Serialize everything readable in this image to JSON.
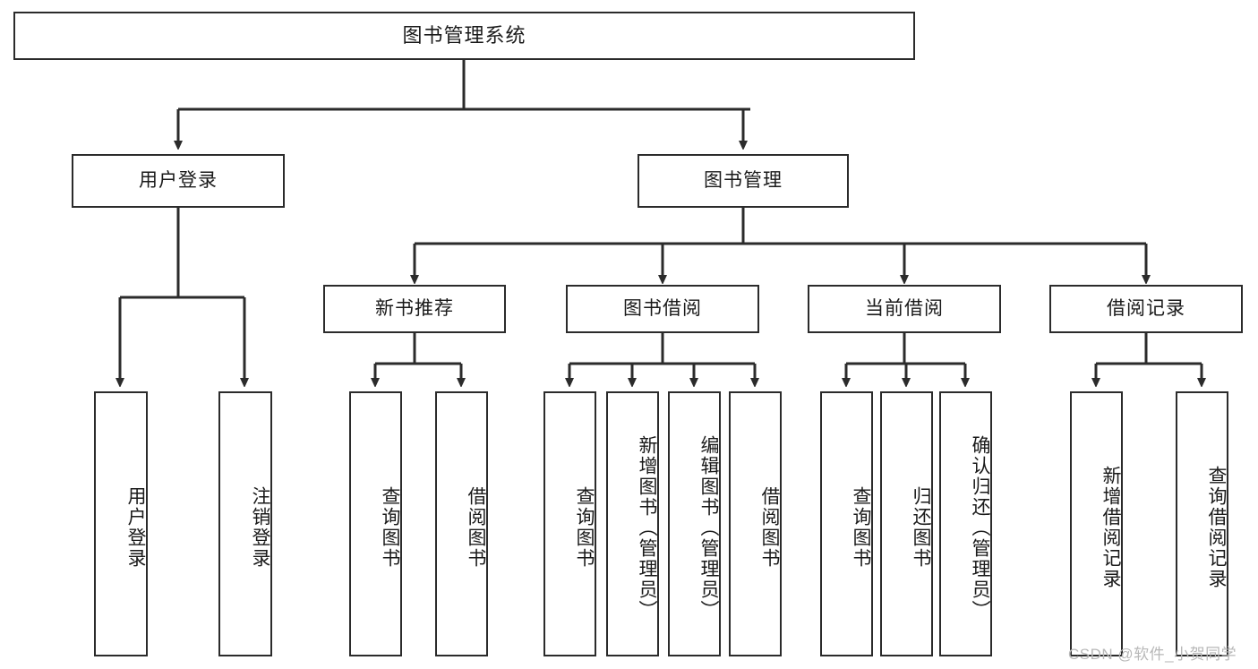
{
  "diagram": {
    "title": "图书管理系统",
    "type": "function-structure-tree",
    "orientation": "top-down",
    "root": {
      "label": "图书管理系统"
    },
    "level2": [
      {
        "id": "user-login",
        "label": "用户登录"
      },
      {
        "id": "book-manage",
        "label": "图书管理"
      }
    ],
    "level3": [
      {
        "id": "new-book-recommend",
        "label": "新书推荐",
        "parent": "book-manage"
      },
      {
        "id": "book-borrow",
        "label": "图书借阅",
        "parent": "book-manage"
      },
      {
        "id": "current-borrow",
        "label": "当前借阅",
        "parent": "book-manage"
      },
      {
        "id": "borrow-record",
        "label": "借阅记录",
        "parent": "book-manage"
      }
    ],
    "leaves": [
      {
        "id": "leaf-user-login",
        "label": "用户登录",
        "parent": "user-login"
      },
      {
        "id": "leaf-logout-login",
        "label": "注销登录",
        "parent": "user-login"
      },
      {
        "id": "leaf-query-book-1",
        "label": "查询图书",
        "parent": "new-book-recommend"
      },
      {
        "id": "leaf-borrow-book-1",
        "label": "借阅图书",
        "parent": "new-book-recommend"
      },
      {
        "id": "leaf-query-book-2",
        "label": "查询图书",
        "parent": "book-borrow"
      },
      {
        "id": "leaf-add-book",
        "label": "新增图书（管理员）",
        "parent": "book-borrow"
      },
      {
        "id": "leaf-edit-book",
        "label": "编辑图书（管理员）",
        "parent": "book-borrow"
      },
      {
        "id": "leaf-borrow-book-2",
        "label": "借阅图书",
        "parent": "book-borrow"
      },
      {
        "id": "leaf-query-book-3",
        "label": "查询图书",
        "parent": "current-borrow"
      },
      {
        "id": "leaf-return-book",
        "label": "归还图书",
        "parent": "current-borrow"
      },
      {
        "id": "leaf-confirm-return",
        "label": "确认归还（管理员）",
        "parent": "current-borrow"
      },
      {
        "id": "leaf-add-record",
        "label": "新增借阅记录",
        "parent": "borrow-record"
      },
      {
        "id": "leaf-query-record",
        "label": "查询借阅记录",
        "parent": "borrow-record"
      }
    ],
    "colors": {
      "stroke": "#2b2b2b",
      "fill": "#ffffff",
      "text": "#1a1a1a",
      "watermark": "#b8b8b8"
    }
  },
  "watermark": {
    "text": "CSDN @软件_小贺同学"
  }
}
